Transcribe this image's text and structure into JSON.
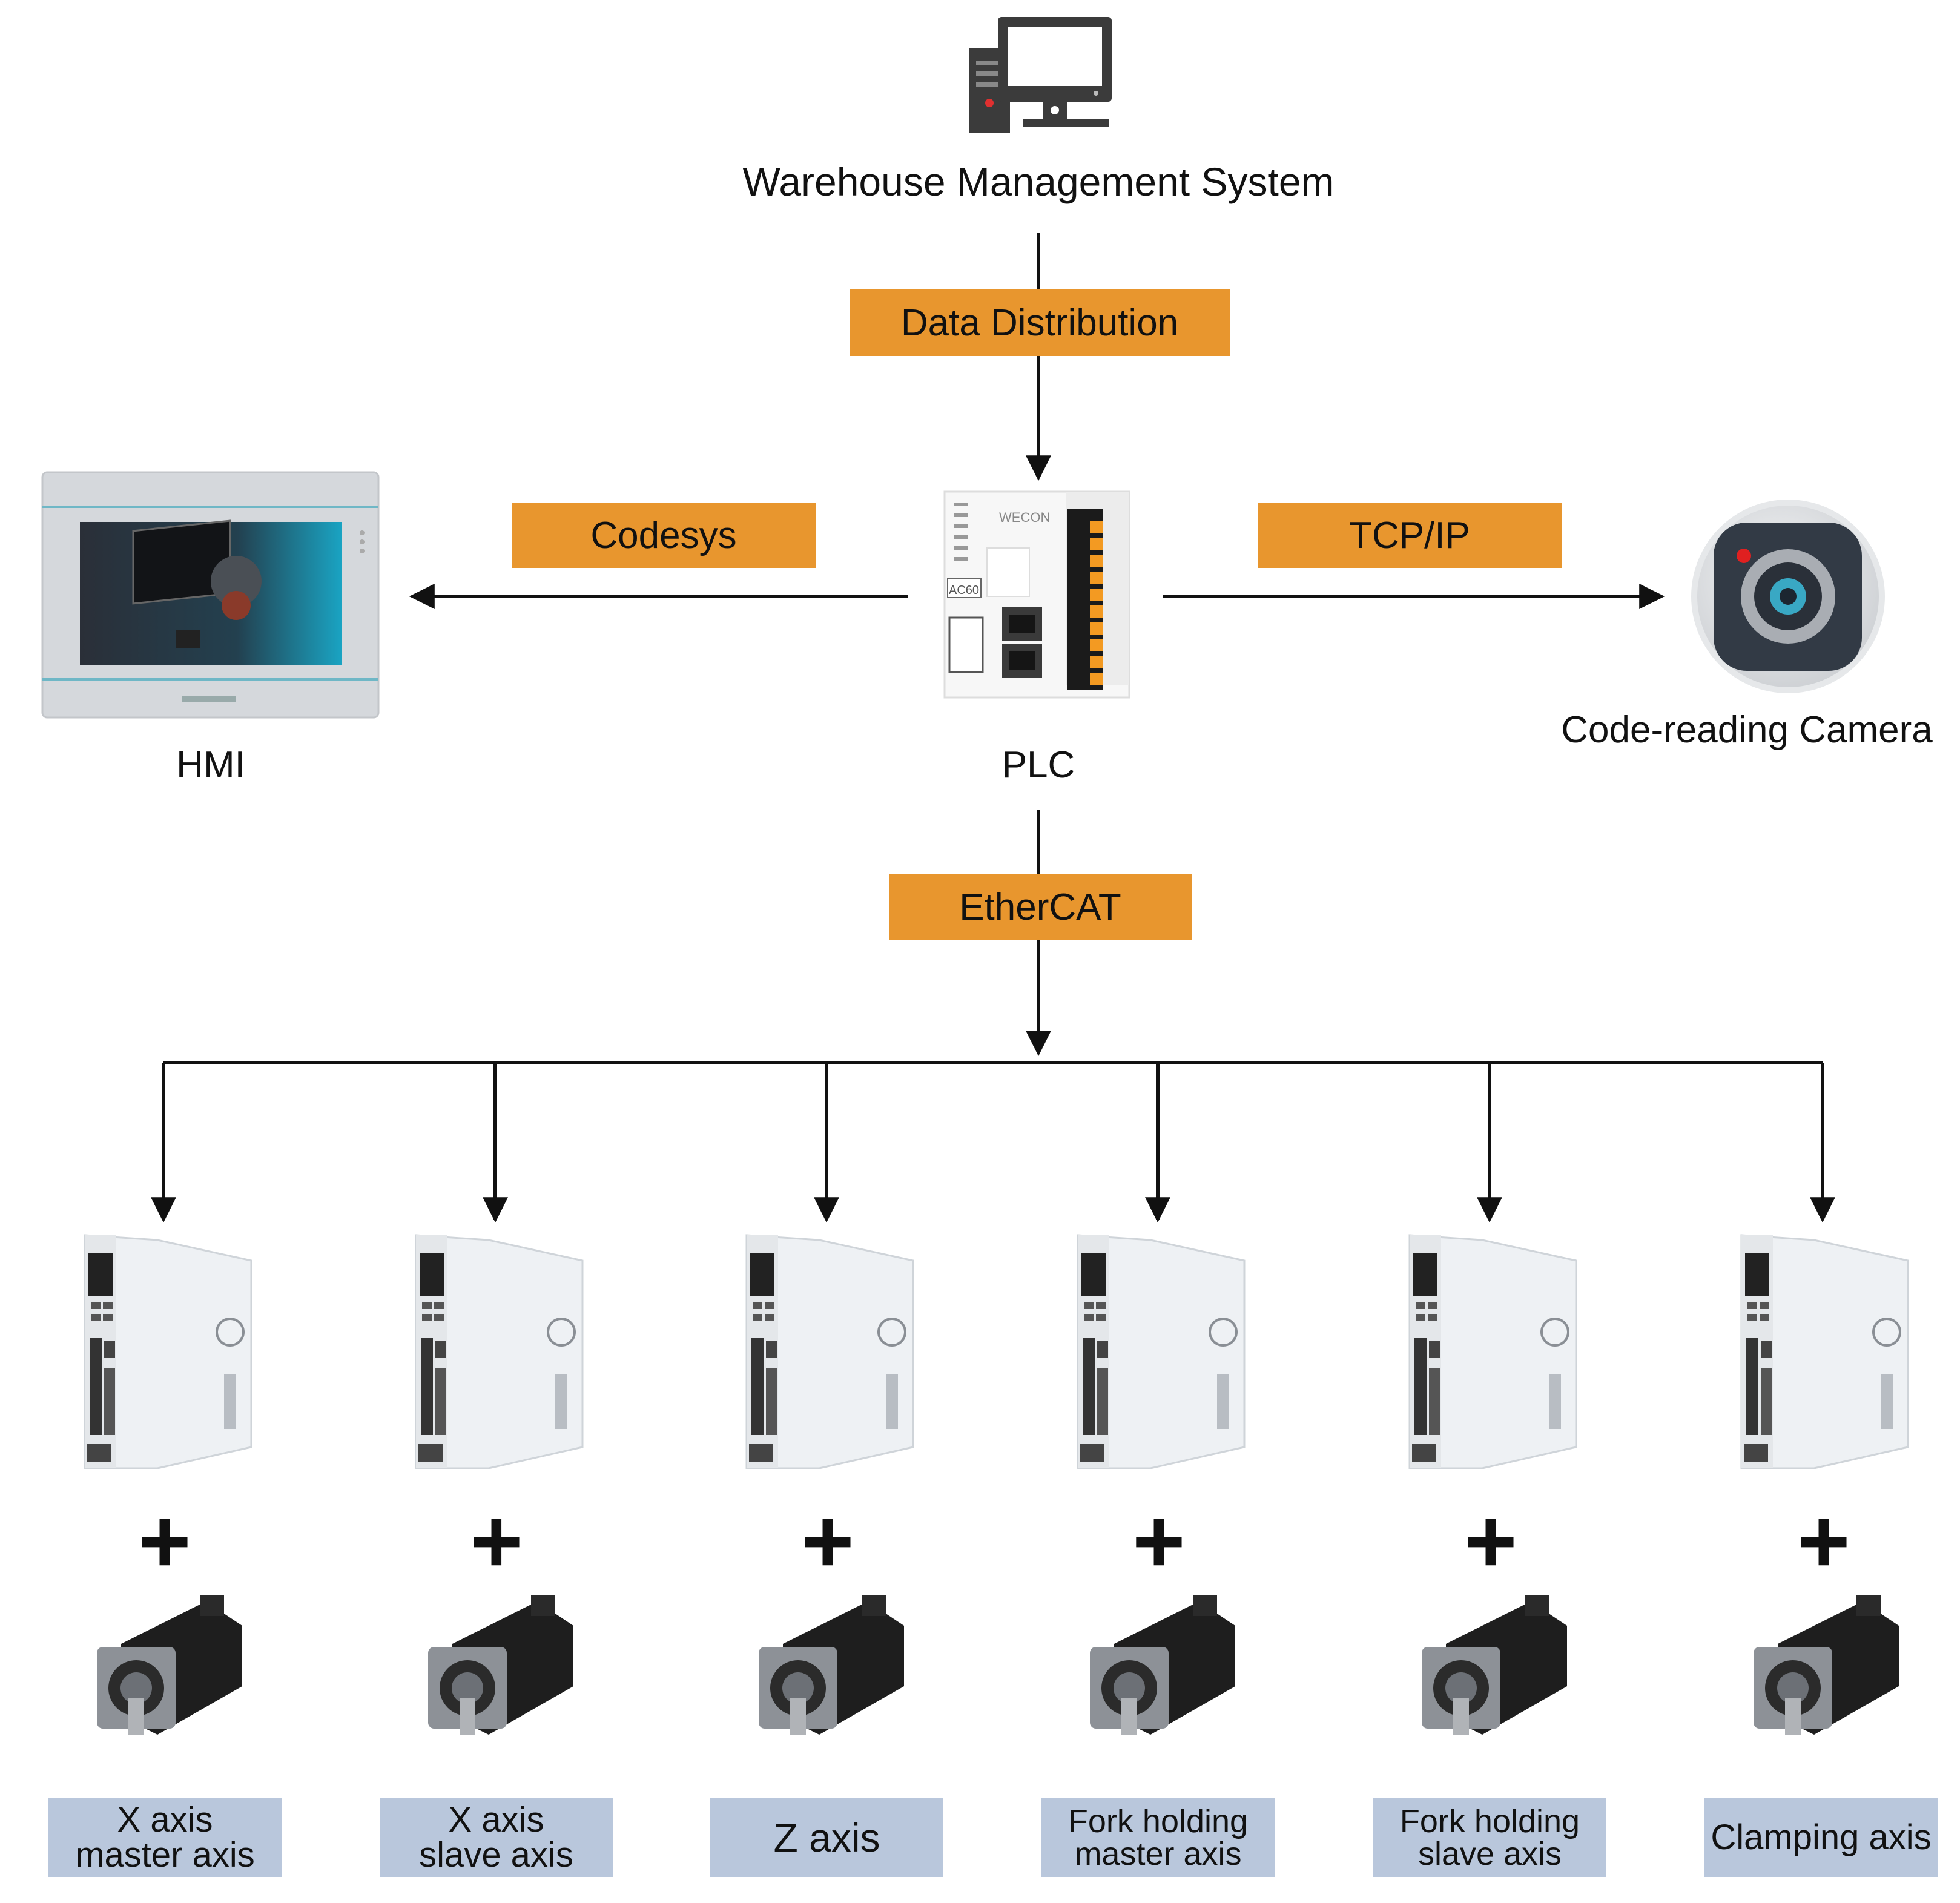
{
  "nodes": {
    "wms": "Warehouse Management System",
    "hmi": "HMI",
    "plc": "PLC",
    "camera": "Code-reading Camera",
    "plc_model": "AC60",
    "brand": "WECON"
  },
  "links": {
    "data_distribution": "Data Distribution",
    "codesys": "Codesys",
    "tcpip": "TCP/IP",
    "ethercat": "EtherCAT"
  },
  "plus": "+",
  "axes": [
    {
      "line1": "X axis",
      "line2": "master axis"
    },
    {
      "line1": "X axis",
      "line2": "slave axis"
    },
    {
      "line1": "Z axis",
      "line2": ""
    },
    {
      "line1": "Fork holding",
      "line2": "master axis"
    },
    {
      "line1": "Fork holding",
      "line2": "slave axis"
    },
    {
      "line1": "Clamping axis",
      "line2": ""
    }
  ],
  "colors": {
    "link_box": "#e8962e",
    "axis_box": "#b9c7dc",
    "line": "#111111"
  }
}
